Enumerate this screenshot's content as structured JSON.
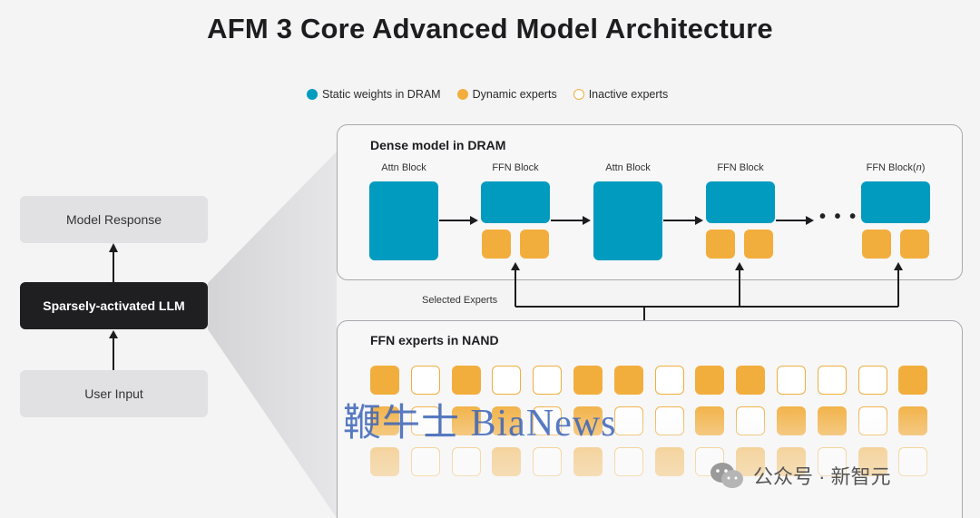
{
  "title": "AFM 3 Core Advanced Model Architecture",
  "legend": {
    "static": "Static weights in DRAM",
    "dynamic": "Dynamic experts",
    "inactive": "Inactive experts"
  },
  "left_column": {
    "response": "Model Response",
    "llm": "Sparsely-activated LLM",
    "input": "User Input"
  },
  "dense_panel": {
    "title": "Dense model in DRAM",
    "blocks": [
      {
        "label": "Attn Block"
      },
      {
        "label": "FFN Block"
      },
      {
        "label": "Attn Block"
      },
      {
        "label": "FFN Block"
      },
      {
        "label": "FFN Block(",
        "italic": "n",
        "suffix": ")"
      }
    ],
    "ellipsis": "• • •"
  },
  "selected_experts": "Selected Experts",
  "nand_panel": {
    "title": "FFN experts in NAND",
    "rows": [
      [
        1,
        0,
        1,
        0,
        0,
        1,
        1,
        0,
        1,
        1,
        0,
        0,
        0,
        1
      ],
      [
        1,
        0,
        1,
        1,
        0,
        1,
        0,
        0,
        1,
        0,
        1,
        1,
        0,
        1
      ],
      [
        1,
        0,
        0,
        1,
        0,
        1,
        0,
        1,
        0,
        1,
        1,
        0,
        1,
        0
      ]
    ]
  },
  "watermark": "鞭牛士 BiaNews",
  "wechat": "公众号 · 新智元",
  "colors": {
    "teal": "#009bbf",
    "orange": "#f2ae3d",
    "dark": "#1f1f21",
    "panel_border": "#a9a9ad"
  }
}
